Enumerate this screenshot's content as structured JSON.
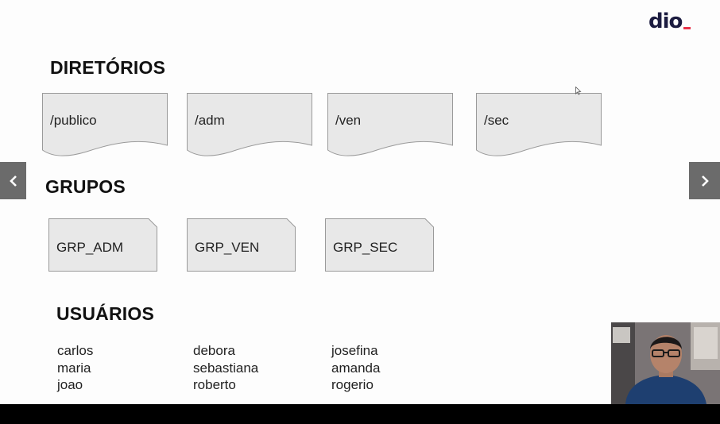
{
  "brand": {
    "logo_text": "dio",
    "accent_color": "#e8334a"
  },
  "sections": {
    "diretorios": {
      "title": "DIRETÓRIOS",
      "items": [
        "/publico",
        "/adm",
        "/ven",
        "/sec"
      ]
    },
    "grupos": {
      "title": "GRUPOS",
      "items": [
        "GRP_ADM",
        "GRP_VEN",
        "GRP_SEC"
      ]
    },
    "usuarios": {
      "title": "USUÁRIOS",
      "columns": [
        [
          "carlos",
          "maria",
          "joao"
        ],
        [
          "debora",
          "sebastiana",
          "roberto"
        ],
        [
          "josefina",
          "amanda",
          "rogerio"
        ]
      ]
    }
  },
  "navigation": {
    "prev_icon": "chevron-left-icon",
    "next_icon": "chevron-right-icon"
  },
  "colors": {
    "shape_fill": "#e8e8e8",
    "shape_stroke": "#9a9a9a",
    "nav_bg": "#6b6b6b"
  }
}
